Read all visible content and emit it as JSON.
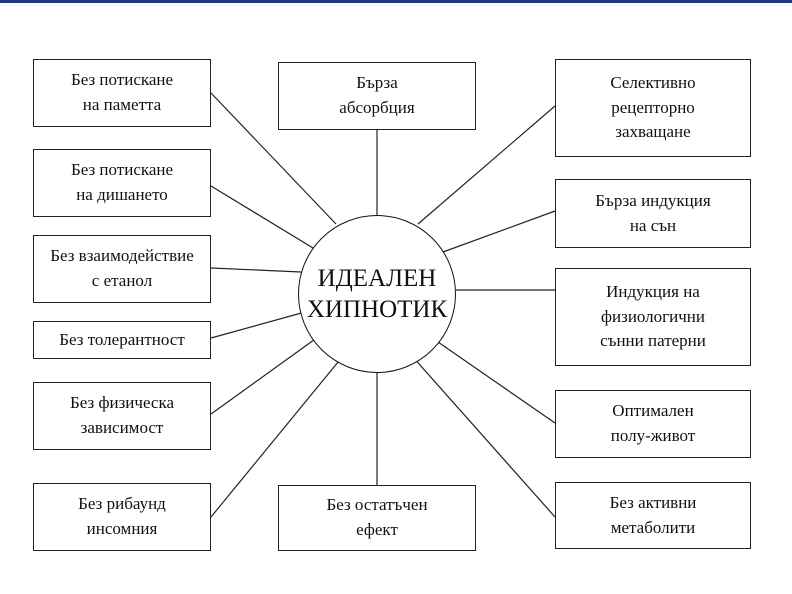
{
  "hub": {
    "label": "ИДЕАЛЕН\nХИПНОТИК"
  },
  "nodes": [
    {
      "id": "no-memory-suppression",
      "label": "Без потискане\nна паметта"
    },
    {
      "id": "rapid-absorption",
      "label": "Бърза\nабсорбция"
    },
    {
      "id": "selective-receptor-binding",
      "label": "Селективно\nрецепторно\nзахващане"
    },
    {
      "id": "no-respiratory-suppression",
      "label": "Без потискане\nна дишането"
    },
    {
      "id": "rapid-sleep-induction",
      "label": "Бърза индукция\nна сън"
    },
    {
      "id": "no-ethanol-interaction",
      "label": "Без взаимодействие\nс етанол"
    },
    {
      "id": "physiological-sleep-patterns",
      "label": "Индукция на\nфизиологични\nсънни патерни"
    },
    {
      "id": "no-tolerance",
      "label": "Без толерантност"
    },
    {
      "id": "no-physical-dependence",
      "label": "Без физическа\nзависимост"
    },
    {
      "id": "optimal-half-life",
      "label": "Оптимален\nполу-живот"
    },
    {
      "id": "no-rebound-insomnia",
      "label": "Без рибаунд\nинсомния"
    },
    {
      "id": "no-residual-effect",
      "label": "Без остатъчен\nефект"
    },
    {
      "id": "no-active-metabolites",
      "label": "Без активни\nметаболити"
    }
  ]
}
